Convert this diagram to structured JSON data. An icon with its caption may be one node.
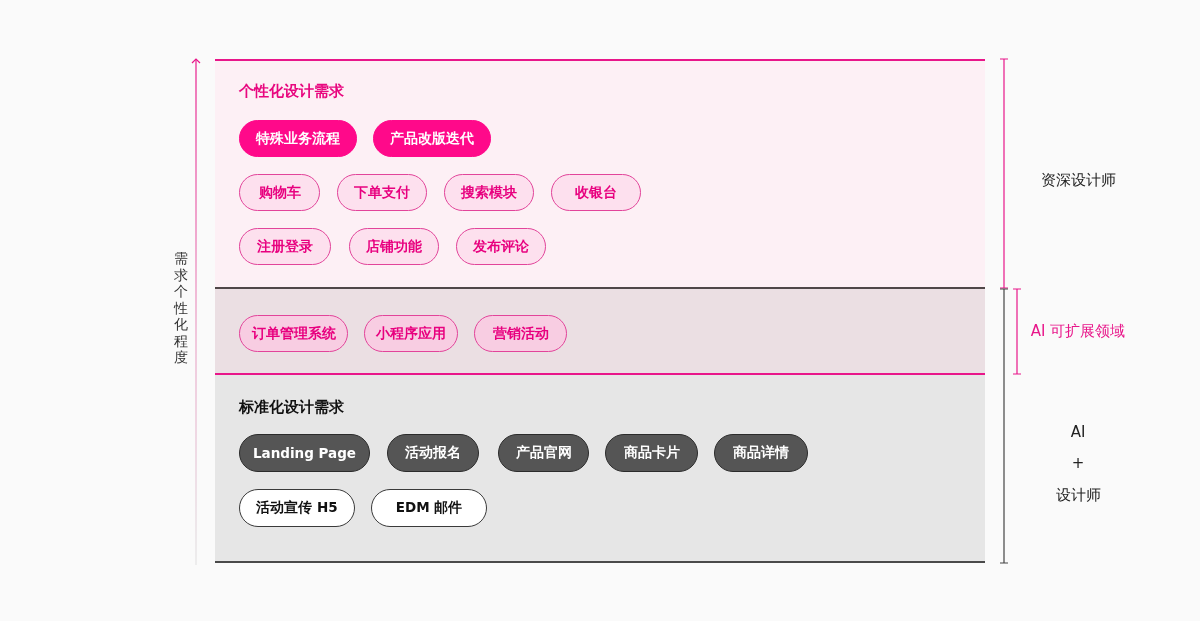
{
  "diagram": {
    "nodes": [
      {
        "text": [
          "个性化设计需求"
        ]
      },
      {
        "text": [
          "特殊业务流程"
        ],
        "in": 0
      },
      {
        "text": [
          "产品改版迭代"
        ],
        "in": 0
      },
      {
        "text": [
          "购物车"
        ],
        "in": 0
      },
      {
        "text": [
          "下单支付"
        ],
        "in": 0
      },
      {
        "text": [
          "搜索模块"
        ],
        "in": 0
      },
      {
        "text": [
          "收银台"
        ],
        "in": 0
      },
      {
        "text": [
          "注册登录"
        ],
        "in": 0
      },
      {
        "text": [
          "店铺功能"
        ],
        "in": 0
      },
      {
        "text": [
          "发布评论"
        ],
        "in": 0
      },
      {
        "text": [],
        "shape": "box"
      },
      {
        "text": [
          "订单管理系统"
        ],
        "in": 10
      },
      {
        "text": [
          "小程序应用"
        ],
        "in": 10
      },
      {
        "text": [
          "营销活动"
        ],
        "in": 10
      },
      {
        "text": [
          "标准化设计需求"
        ]
      },
      {
        "text": [
          "Landing Page"
        ],
        "in": 14
      },
      {
        "text": [
          "活动报名"
        ],
        "in": 14
      },
      {
        "text": [
          "产品官网"
        ],
        "in": 14
      },
      {
        "text": [
          "商品卡片"
        ],
        "in": 14
      },
      {
        "text": [
          "商品详情"
        ],
        "in": 14
      },
      {
        "text": [
          "活动宣传 H5"
        ],
        "in": 14
      },
      {
        "text": [
          "EDM 邮件"
        ],
        "in": 14
      }
    ],
    "labels": [
      "需求个性化程度",
      "资深设计师",
      "AI 可扩展领域",
      "AI",
      "+",
      "设计师"
    ]
  }
}
